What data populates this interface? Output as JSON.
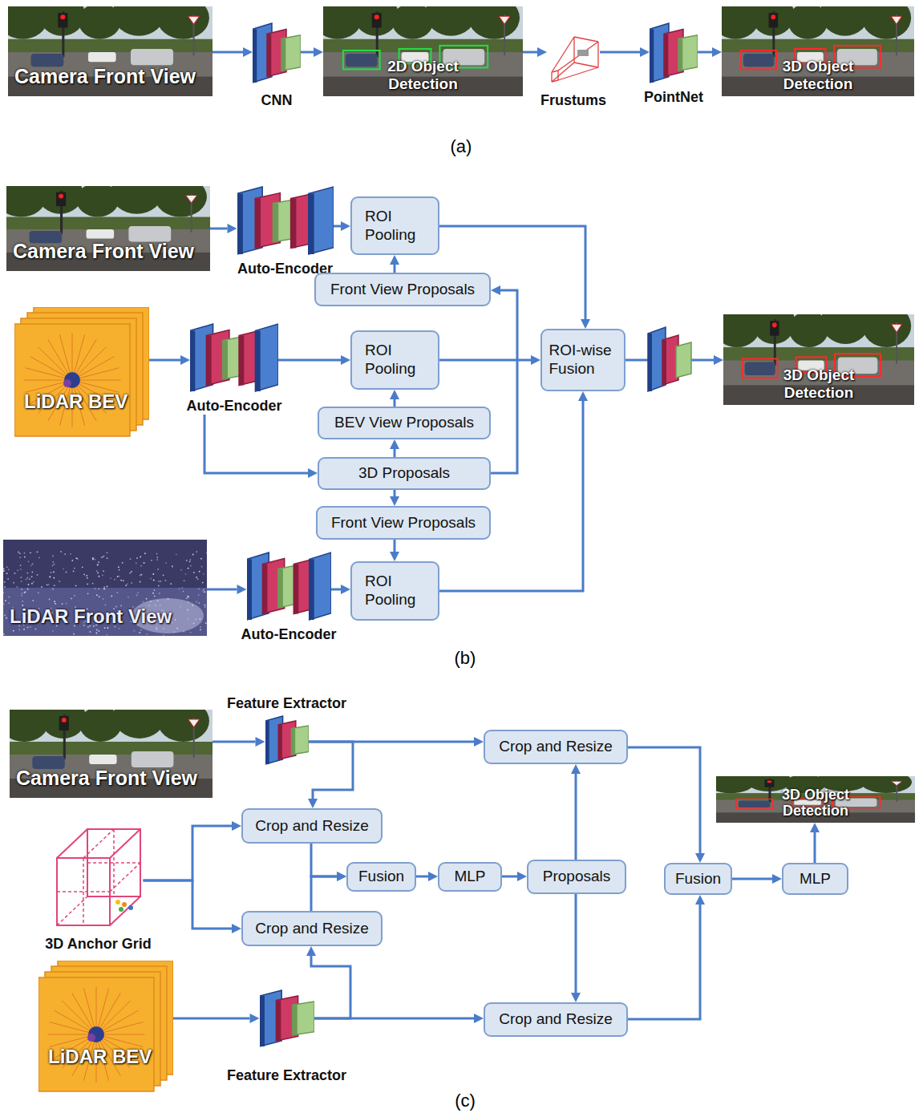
{
  "diagram": {
    "nodes": [
      {
        "text": [
          "Camera Front View"
        ]
      },
      {
        "text": [
          "CNN"
        ]
      },
      {
        "text": [
          "2D Object Detection"
        ]
      },
      {
        "text": [
          "Frustums"
        ]
      },
      {
        "text": [
          "PointNet"
        ]
      },
      {
        "text": [
          "3D Object Detection"
        ]
      },
      {
        "text": [
          "Camera Front View"
        ]
      },
      {
        "text": [
          "Auto-Encoder"
        ]
      },
      {
        "text": [
          "ROI Pooling"
        ]
      },
      {
        "text": [
          "Front View Proposals"
        ]
      },
      {
        "text": [
          "LiDAR BEV"
        ]
      },
      {
        "text": [
          "Auto-Encoder"
        ]
      },
      {
        "text": [
          "ROI Pooling"
        ]
      },
      {
        "text": [
          "BEV View Proposals"
        ]
      },
      {
        "text": [
          "3D Proposals"
        ]
      },
      {
        "text": [
          "ROI-wise Fusion"
        ]
      },
      {
        "text": [
          "3D Object Detection"
        ]
      },
      {
        "text": [
          "Front View Proposals"
        ]
      },
      {
        "text": [
          "LiDAR Front View"
        ]
      },
      {
        "text": [
          "Auto-Encoder"
        ]
      },
      {
        "text": [
          "ROI Pooling"
        ]
      },
      {
        "text": [
          "Camera Front View"
        ]
      },
      {
        "text": [
          "Feature Extractor"
        ]
      },
      {
        "text": [
          "Crop and Resize"
        ]
      },
      {
        "text": [
          "Crop and Resize"
        ]
      },
      {
        "text": [
          "3D Anchor Grid"
        ]
      },
      {
        "text": [
          "Fusion"
        ]
      },
      {
        "text": [
          "MLP"
        ]
      },
      {
        "text": [
          "Proposals"
        ]
      },
      {
        "text": [
          "Crop and Resize"
        ]
      },
      {
        "text": [
          "Fusion"
        ]
      },
      {
        "text": [
          "MLP"
        ]
      },
      {
        "text": [
          "3D Object Detection"
        ]
      },
      {
        "text": [
          "LiDAR BEV"
        ]
      },
      {
        "text": [
          "Feature Extractor"
        ]
      },
      {
        "text": [
          "Crop and Resize"
        ]
      }
    ],
    "edges": [
      {
        "from": 0,
        "to": 1,
        "arrow": "to"
      },
      {
        "from": 1,
        "to": 2,
        "arrow": "to"
      },
      {
        "from": 2,
        "to": 3,
        "arrow": "to"
      },
      {
        "from": 3,
        "to": 4,
        "arrow": "to"
      },
      {
        "from": 4,
        "to": 5,
        "arrow": "to"
      },
      {
        "from": 6,
        "to": 7,
        "arrow": "to"
      },
      {
        "from": 7,
        "to": 8,
        "arrow": "to"
      },
      {
        "from": 9,
        "to": 8,
        "arrow": "to"
      },
      {
        "from": 10,
        "to": 11,
        "arrow": "to"
      },
      {
        "from": 11,
        "to": 12,
        "arrow": "to"
      },
      {
        "from": 13,
        "to": 12,
        "arrow": "to"
      },
      {
        "from": 14,
        "to": 13,
        "arrow": "to"
      },
      {
        "from": 14,
        "to": 9,
        "arrow": "to"
      },
      {
        "from": 14,
        "to": 17,
        "arrow": "to"
      },
      {
        "from": 17,
        "to": 20,
        "arrow": "to"
      },
      {
        "from": 11,
        "to": 14,
        "arrow": "to"
      },
      {
        "from": 8,
        "to": 15,
        "arrow": "to"
      },
      {
        "from": 12,
        "to": 15,
        "arrow": "to"
      },
      {
        "from": 20,
        "to": 15,
        "arrow": "to"
      },
      {
        "from": 15,
        "to": 16,
        "arrow": "to"
      },
      {
        "from": 18,
        "to": 19,
        "arrow": "to"
      },
      {
        "from": 19,
        "to": 20,
        "arrow": "to"
      },
      {
        "from": 21,
        "to": 22,
        "arrow": "to"
      },
      {
        "from": 22,
        "to": 23,
        "arrow": "to"
      },
      {
        "from": 22,
        "to": 24,
        "arrow": "to"
      },
      {
        "from": 25,
        "to": 24,
        "arrow": "to"
      },
      {
        "from": 25,
        "to": 29,
        "arrow": "to"
      },
      {
        "from": 24,
        "to": 26,
        "arrow": "to"
      },
      {
        "from": 29,
        "to": 26,
        "arrow": "to"
      },
      {
        "from": 26,
        "to": 27,
        "arrow": "to"
      },
      {
        "from": 27,
        "to": 28,
        "arrow": "to"
      },
      {
        "from": 28,
        "to": 23,
        "arrow": "to"
      },
      {
        "from": 28,
        "to": 35,
        "arrow": "to"
      },
      {
        "from": 33,
        "to": 34,
        "arrow": "to"
      },
      {
        "from": 34,
        "to": 29,
        "arrow": "to"
      },
      {
        "from": 34,
        "to": 35,
        "arrow": "to"
      },
      {
        "from": 23,
        "to": 30,
        "arrow": "to"
      },
      {
        "from": 35,
        "to": 30,
        "arrow": "to"
      },
      {
        "from": 30,
        "to": 31,
        "arrow": "to"
      },
      {
        "from": 31,
        "to": 32,
        "arrow": "to"
      }
    ],
    "labels": [
      "(a)",
      "(b)",
      "(c)"
    ]
  }
}
